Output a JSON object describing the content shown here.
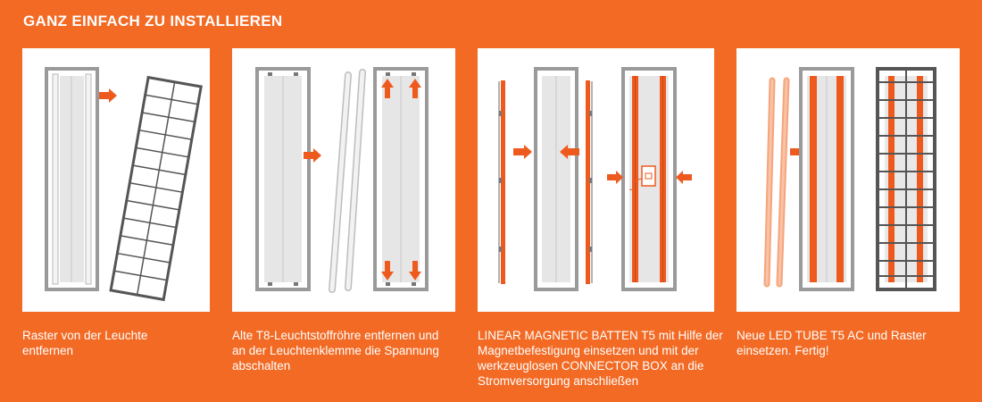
{
  "title": "GANZ EINFACH ZU INSTALLIEREN",
  "steps": [
    {
      "caption": "Raster von der Leuchte entfernen"
    },
    {
      "caption": "Alte T8-Leuchtstoffröhre entfernen und an der Leuchtenklemme die Spannung abschalten"
    },
    {
      "caption": "LINEAR MAGNETIC BATTEN T5 mit Hilfe der Magnetbefestigung einsetzen und mit der werkzeuglosen CONNECTOR BOX an die Stromversorgung anschließen"
    },
    {
      "caption": "Neue LED TUBE T5 AC und Raster einsetzen. Fertig!"
    }
  ],
  "colors": {
    "background": "#f26a24",
    "accent": "#ee5a1e",
    "frame": "#9a9a9a",
    "grid": "#555555",
    "panel": "#ffffff"
  }
}
